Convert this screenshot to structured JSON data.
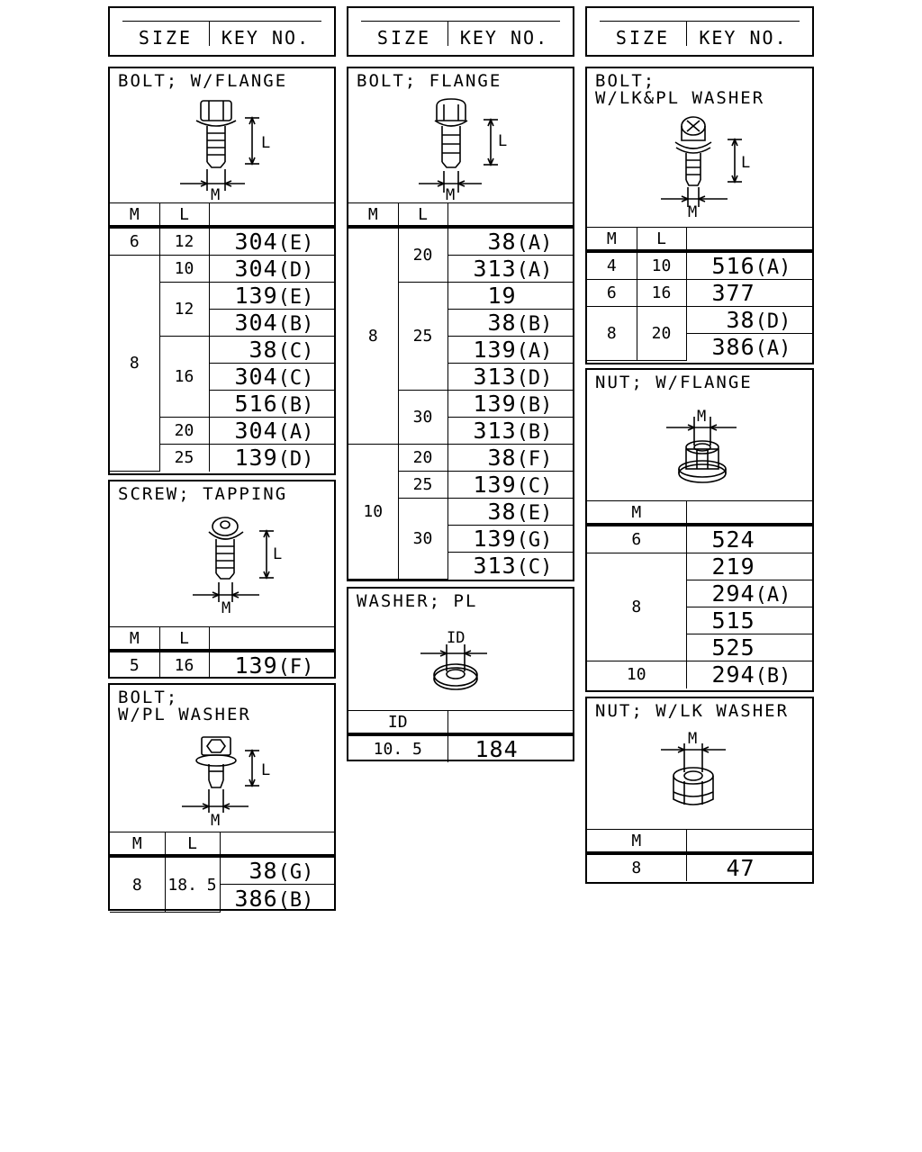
{
  "header": {
    "size": "SIZE",
    "key_no": "KEY NO."
  },
  "bolt_flange_washer": {
    "title": "BOLT; W/FLANGE",
    "col_m": "M",
    "col_l": "L",
    "dim_l": "L",
    "dim_m": "M",
    "rows": [
      {
        "m": "6",
        "l": "12",
        "key": "304",
        "sfx": "(E)"
      },
      {
        "m": "8",
        "l": "10",
        "key": "304",
        "sfx": "(D)"
      },
      {
        "l": "12",
        "key": "139",
        "sfx": "(E)"
      },
      {
        "key": "304",
        "sfx": "(B)"
      },
      {
        "l": "16",
        "key": "38",
        "sfx": "(C)"
      },
      {
        "key": "304",
        "sfx": "(C)"
      },
      {
        "key": "516",
        "sfx": "(B)"
      },
      {
        "l": "20",
        "key": "304",
        "sfx": "(A)"
      },
      {
        "l": "25",
        "key": "139",
        "sfx": "(D)"
      }
    ]
  },
  "screw_tapping": {
    "title": "SCREW; TAPPING",
    "col_m": "M",
    "col_l": "L",
    "dim_l": "L",
    "dim_m": "M",
    "rows": [
      {
        "m": "5",
        "l": "16",
        "key": "139",
        "sfx": "(F)"
      }
    ]
  },
  "bolt_pl_washer": {
    "title": "BOLT;\nW/PL WASHER",
    "col_m": "M",
    "col_l": "L",
    "dim_l": "L",
    "dim_m": "M",
    "rows": [
      {
        "m": "8",
        "l": "18. 5",
        "key": "38",
        "sfx": "(G)"
      },
      {
        "key": "386",
        "sfx": "(B)"
      }
    ]
  },
  "bolt_flange": {
    "title": "BOLT; FLANGE",
    "col_m": "M",
    "col_l": "L",
    "dim_l": "L",
    "dim_m": "M",
    "rows": [
      {
        "m": "8",
        "l": "20",
        "key": "38",
        "sfx": "(A)"
      },
      {
        "key": "313",
        "sfx": "(A)"
      },
      {
        "l": "25",
        "key": "19",
        "sfx": ""
      },
      {
        "key": "38",
        "sfx": "(B)"
      },
      {
        "key": "139",
        "sfx": "(A)"
      },
      {
        "key": "313",
        "sfx": "(D)"
      },
      {
        "l": "30",
        "key": "139",
        "sfx": "(B)"
      },
      {
        "key": "313",
        "sfx": "(B)"
      },
      {
        "m": "10",
        "l": "20",
        "key": "38",
        "sfx": "(F)"
      },
      {
        "l": "25",
        "key": "139",
        "sfx": "(C)"
      },
      {
        "l": "30",
        "key": "38",
        "sfx": "(E)"
      },
      {
        "key": "139",
        "sfx": "(G)"
      },
      {
        "key": "313",
        "sfx": "(C)"
      }
    ]
  },
  "washer_pl": {
    "title": "WASHER; PL",
    "col_id": "ID",
    "dim_id": "ID",
    "rows": [
      {
        "id": "10. 5",
        "key": "184"
      }
    ]
  },
  "bolt_lk_pl_washer": {
    "title": "BOLT;\nW/LK&PL WASHER",
    "col_m": "M",
    "col_l": "L",
    "dim_l": "L",
    "dim_m": "M",
    "rows": [
      {
        "m": "4",
        "l": "10",
        "key": "516",
        "sfx": "(A)"
      },
      {
        "m": "6",
        "l": "16",
        "key": "377",
        "sfx": ""
      },
      {
        "m": "8",
        "l": "20",
        "key": "38",
        "sfx": "(D)"
      },
      {
        "key": "386",
        "sfx": "(A)"
      }
    ]
  },
  "nut_flange": {
    "title": "NUT; W/FLANGE",
    "col_m": "M",
    "dim_m": "M",
    "rows": [
      {
        "m": "6",
        "key": "524"
      },
      {
        "m": "8",
        "key": "219"
      },
      {
        "key": "294",
        "sfx": "(A)"
      },
      {
        "key": "515"
      },
      {
        "key": "525"
      },
      {
        "m": "10",
        "key": "294",
        "sfx": "(B)"
      }
    ]
  },
  "nut_lk_washer": {
    "title": "NUT; W/LK WASHER",
    "col_m": "M",
    "dim_m": "M",
    "rows": [
      {
        "m": "8",
        "key": "47"
      }
    ]
  }
}
